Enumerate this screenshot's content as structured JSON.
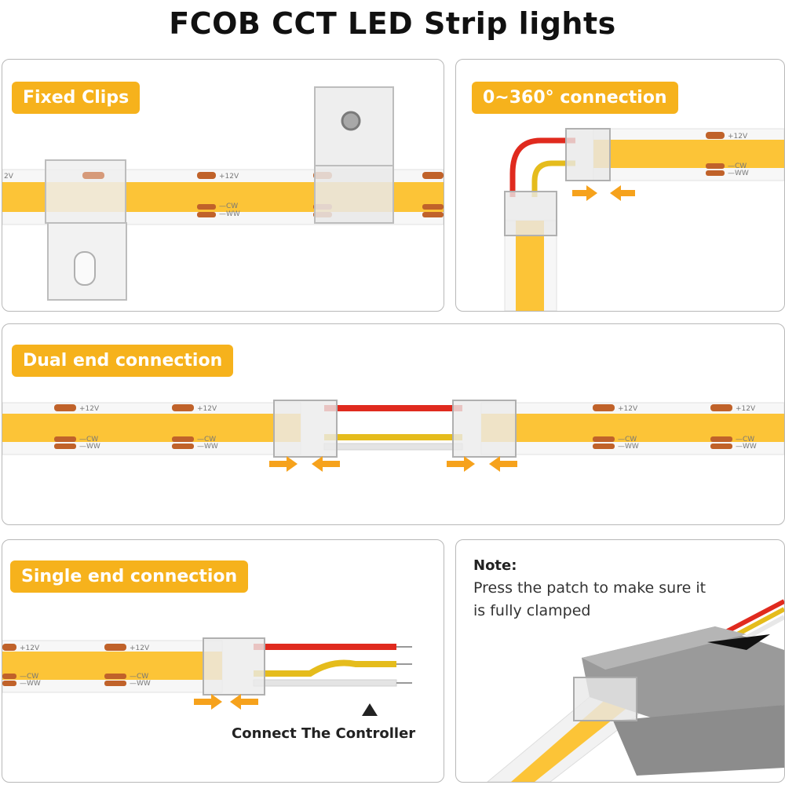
{
  "page": {
    "title": "FCOB CCT LED Strip lights"
  },
  "panels": {
    "fixed_clips": {
      "badge": "Fixed Clips"
    },
    "rotation": {
      "badge": "0~360° connection"
    },
    "dual_end": {
      "badge": "Dual end connection"
    },
    "single_end": {
      "badge": "Single end connection",
      "caption": "Connect The Controller"
    },
    "note": {
      "title": "Note:",
      "text": "Press the patch to make sure it is fully clamped"
    }
  },
  "strip_labels": {
    "positive": "+12V",
    "cw": "—CW",
    "ww": "—WW"
  },
  "colors": {
    "accent": "#f6b21c",
    "strip_glow": "#fcc437",
    "pad": "#c0622a",
    "wire_red": "#e02a1e",
    "wire_yellow": "#e5bc1c",
    "wire_white": "#e4e4e4",
    "arrow": "#f6a21c"
  },
  "icons": [
    "arrow-right-icon",
    "arrow-left-icon",
    "triangle-up-icon"
  ]
}
